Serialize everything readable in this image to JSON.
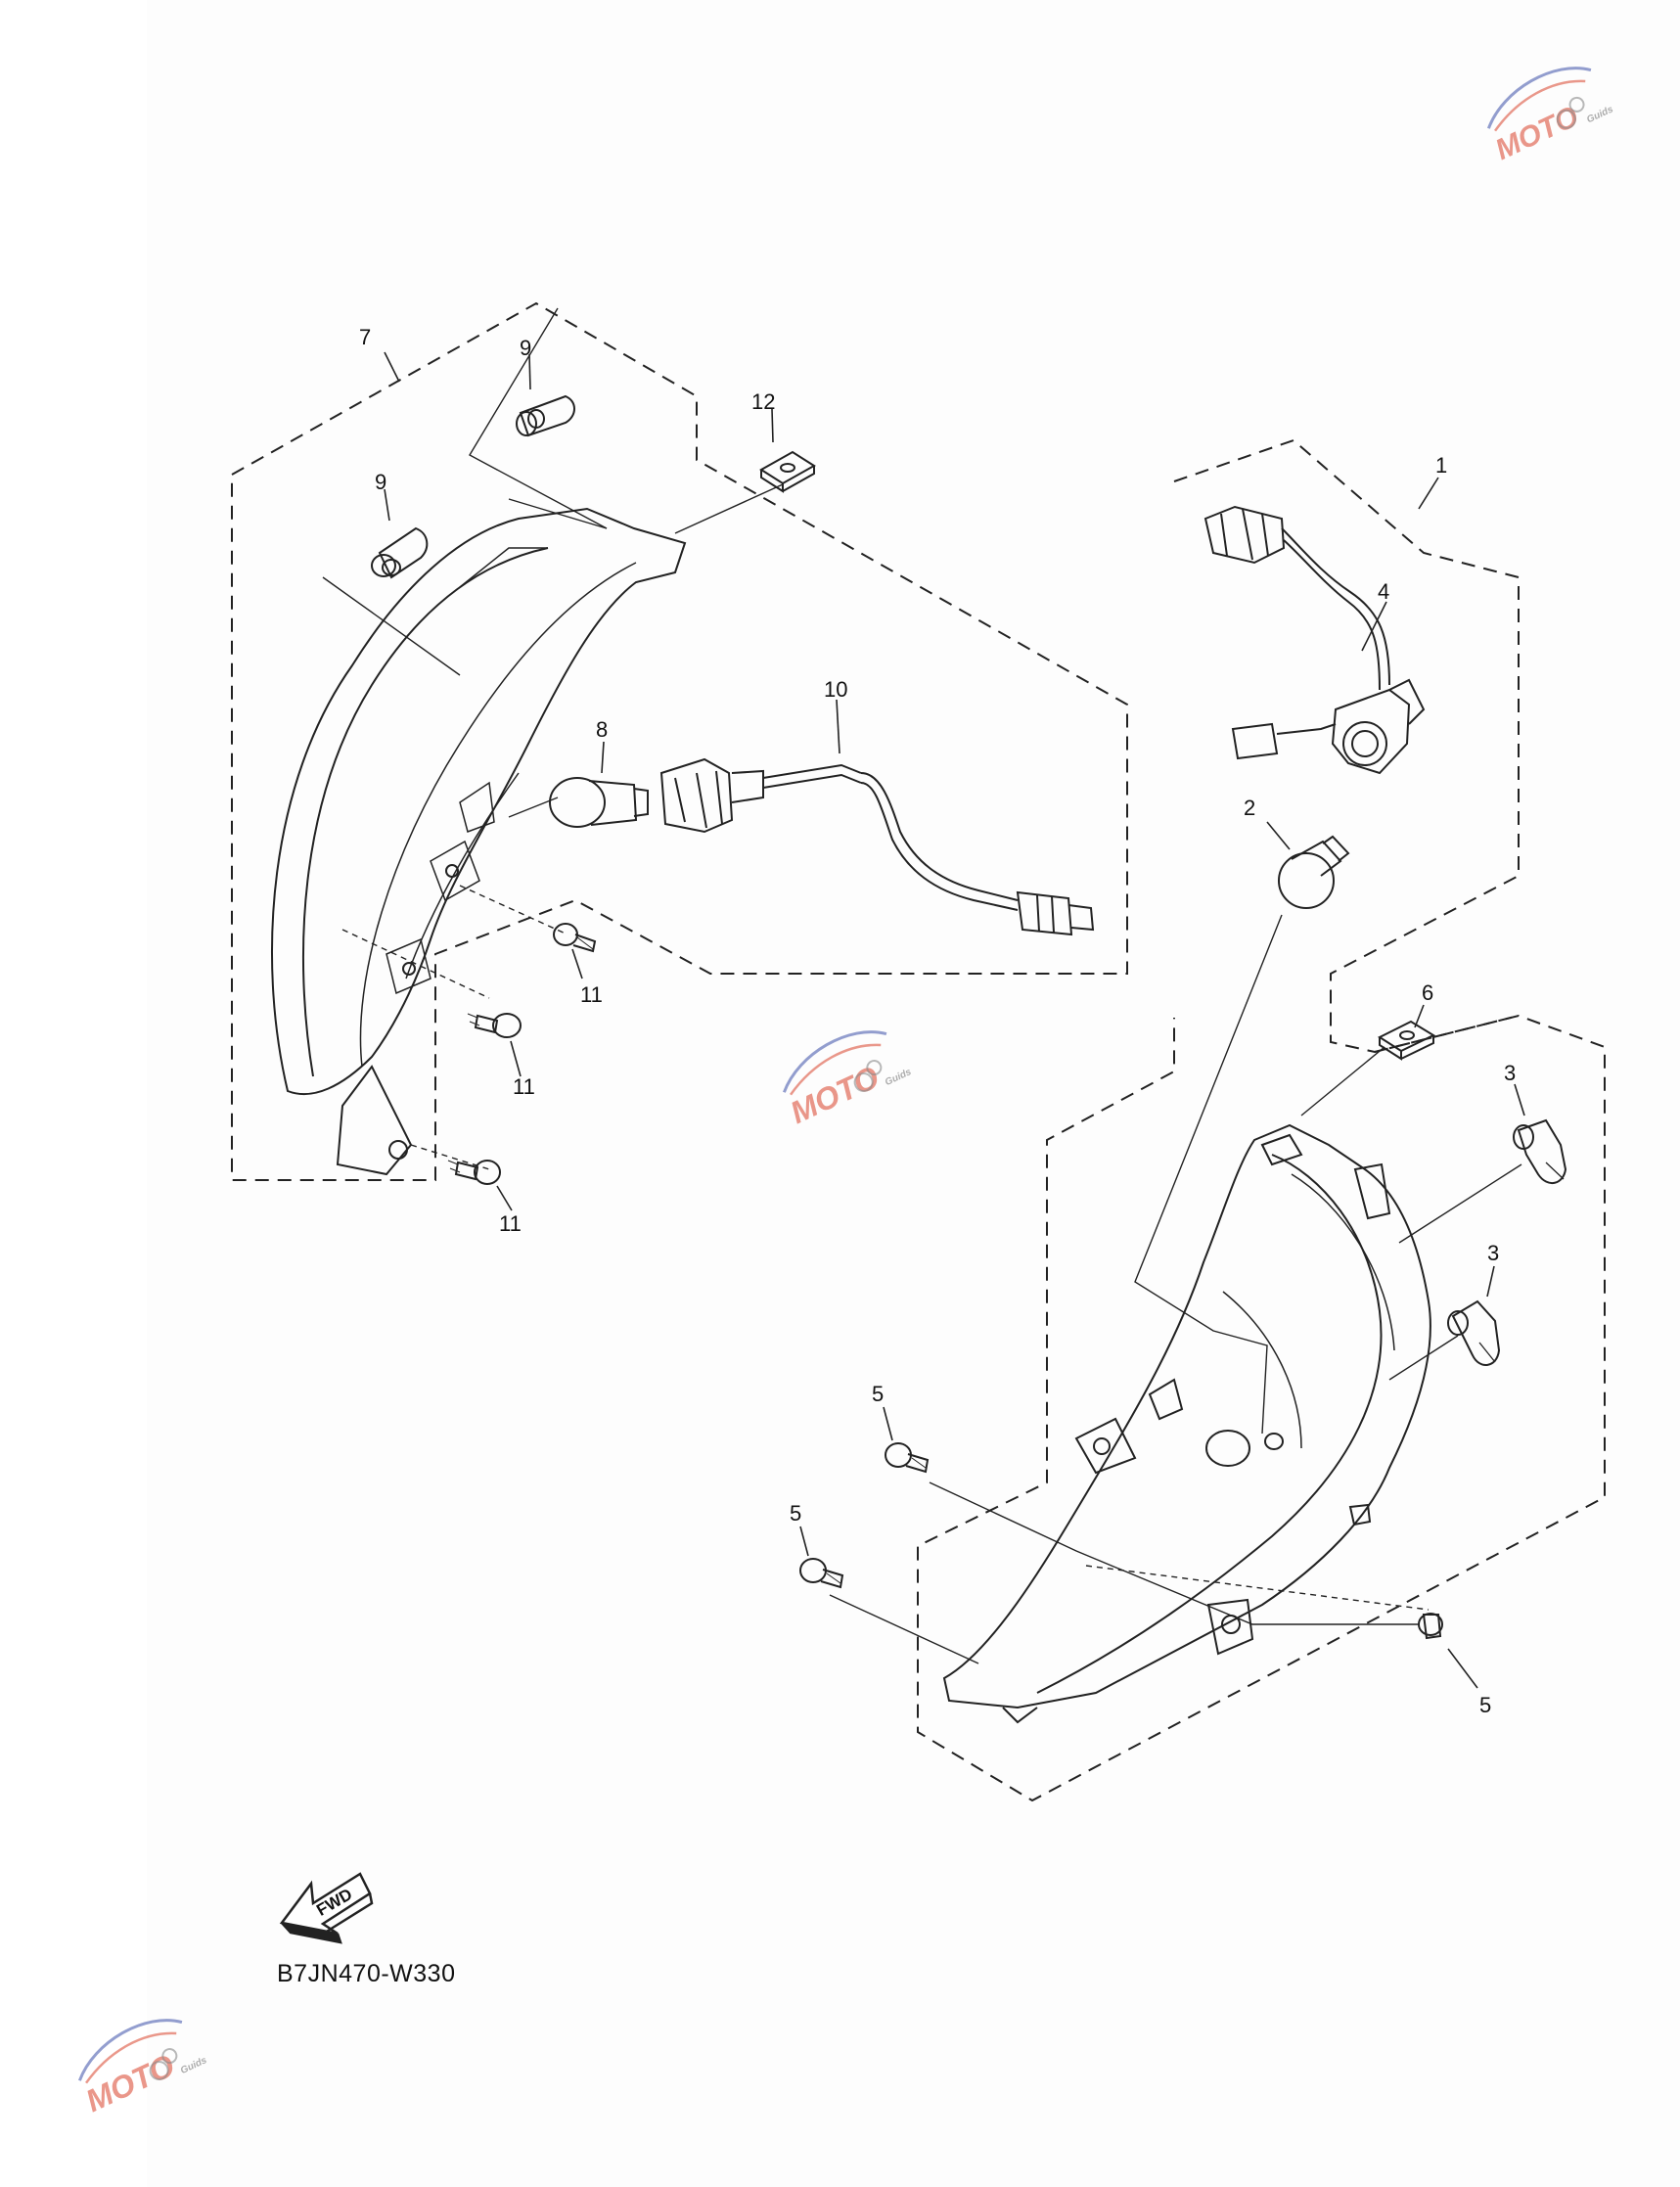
{
  "diagram": {
    "callouts": {
      "c1": "1",
      "c2": "2",
      "c3a": "3",
      "c3b": "3",
      "c4": "4",
      "c5a": "5",
      "c5b": "5",
      "c5c": "5",
      "c6": "6",
      "c7": "7",
      "c8": "8",
      "c9a": "9",
      "c9b": "9",
      "c10": "10",
      "c11a": "11",
      "c11b": "11",
      "c11c": "11",
      "c12": "12"
    },
    "fwd_label": "FWD",
    "diagram_code": "B7JN470-W330"
  },
  "watermark": {
    "brand": "MOTO",
    "sub": "Guids",
    "colors": {
      "red": "#d9432c",
      "blue": "#3a4fa8",
      "gray": "#8a8a8a"
    }
  }
}
